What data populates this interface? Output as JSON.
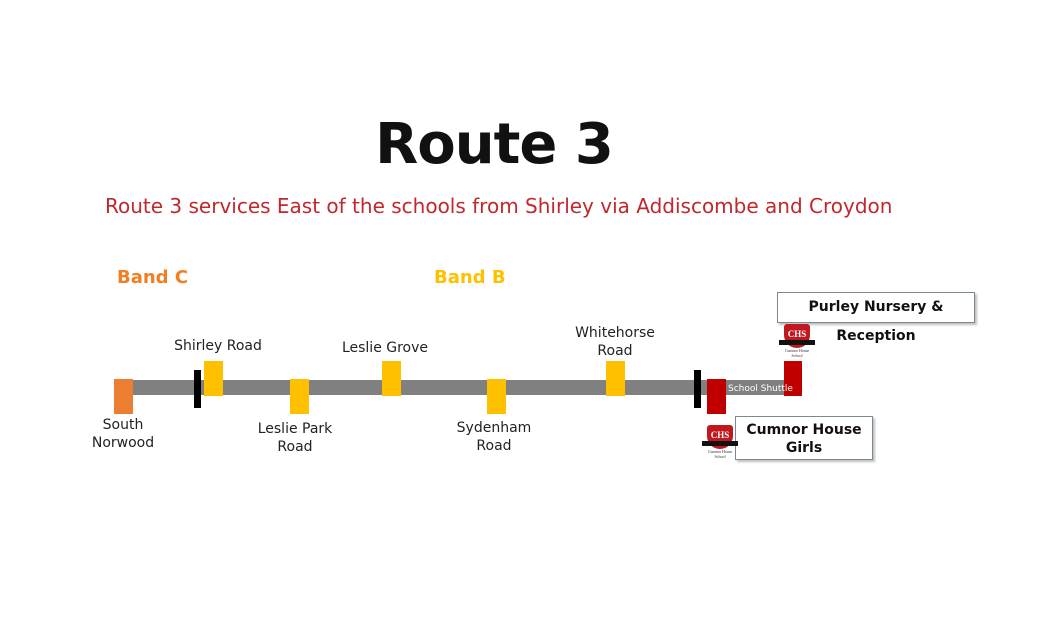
{
  "title": "Route 3",
  "subtitle": "Route 3 services East of the schools from Shirley via Addiscombe and Croydon",
  "bands": [
    {
      "label": "Band C",
      "color": "#f07f1f"
    },
    {
      "label": "Band B",
      "color": "#ffc000"
    }
  ],
  "colors": {
    "track": "#808080",
    "band_c_stop": "#ed7d31",
    "band_b_stop": "#ffc000",
    "school": "#c00000",
    "divider": "#000000"
  },
  "stops": [
    {
      "label": "South\nNorwood"
    },
    {
      "label": "Shirley Road"
    },
    {
      "label": "Leslie Park\nRoad"
    },
    {
      "label": "Leslie Grove"
    },
    {
      "label": "Sydenham\nRoad"
    },
    {
      "label": "Whitehorse\nRoad"
    }
  ],
  "shuttle_label": "School Shuttle",
  "schools": [
    {
      "label": "Purley Nursery & Reception"
    },
    {
      "label": "Cumnor House\nGirls"
    }
  ],
  "crest": {
    "initials": "CHS",
    "caption": "Cumnor House School"
  }
}
